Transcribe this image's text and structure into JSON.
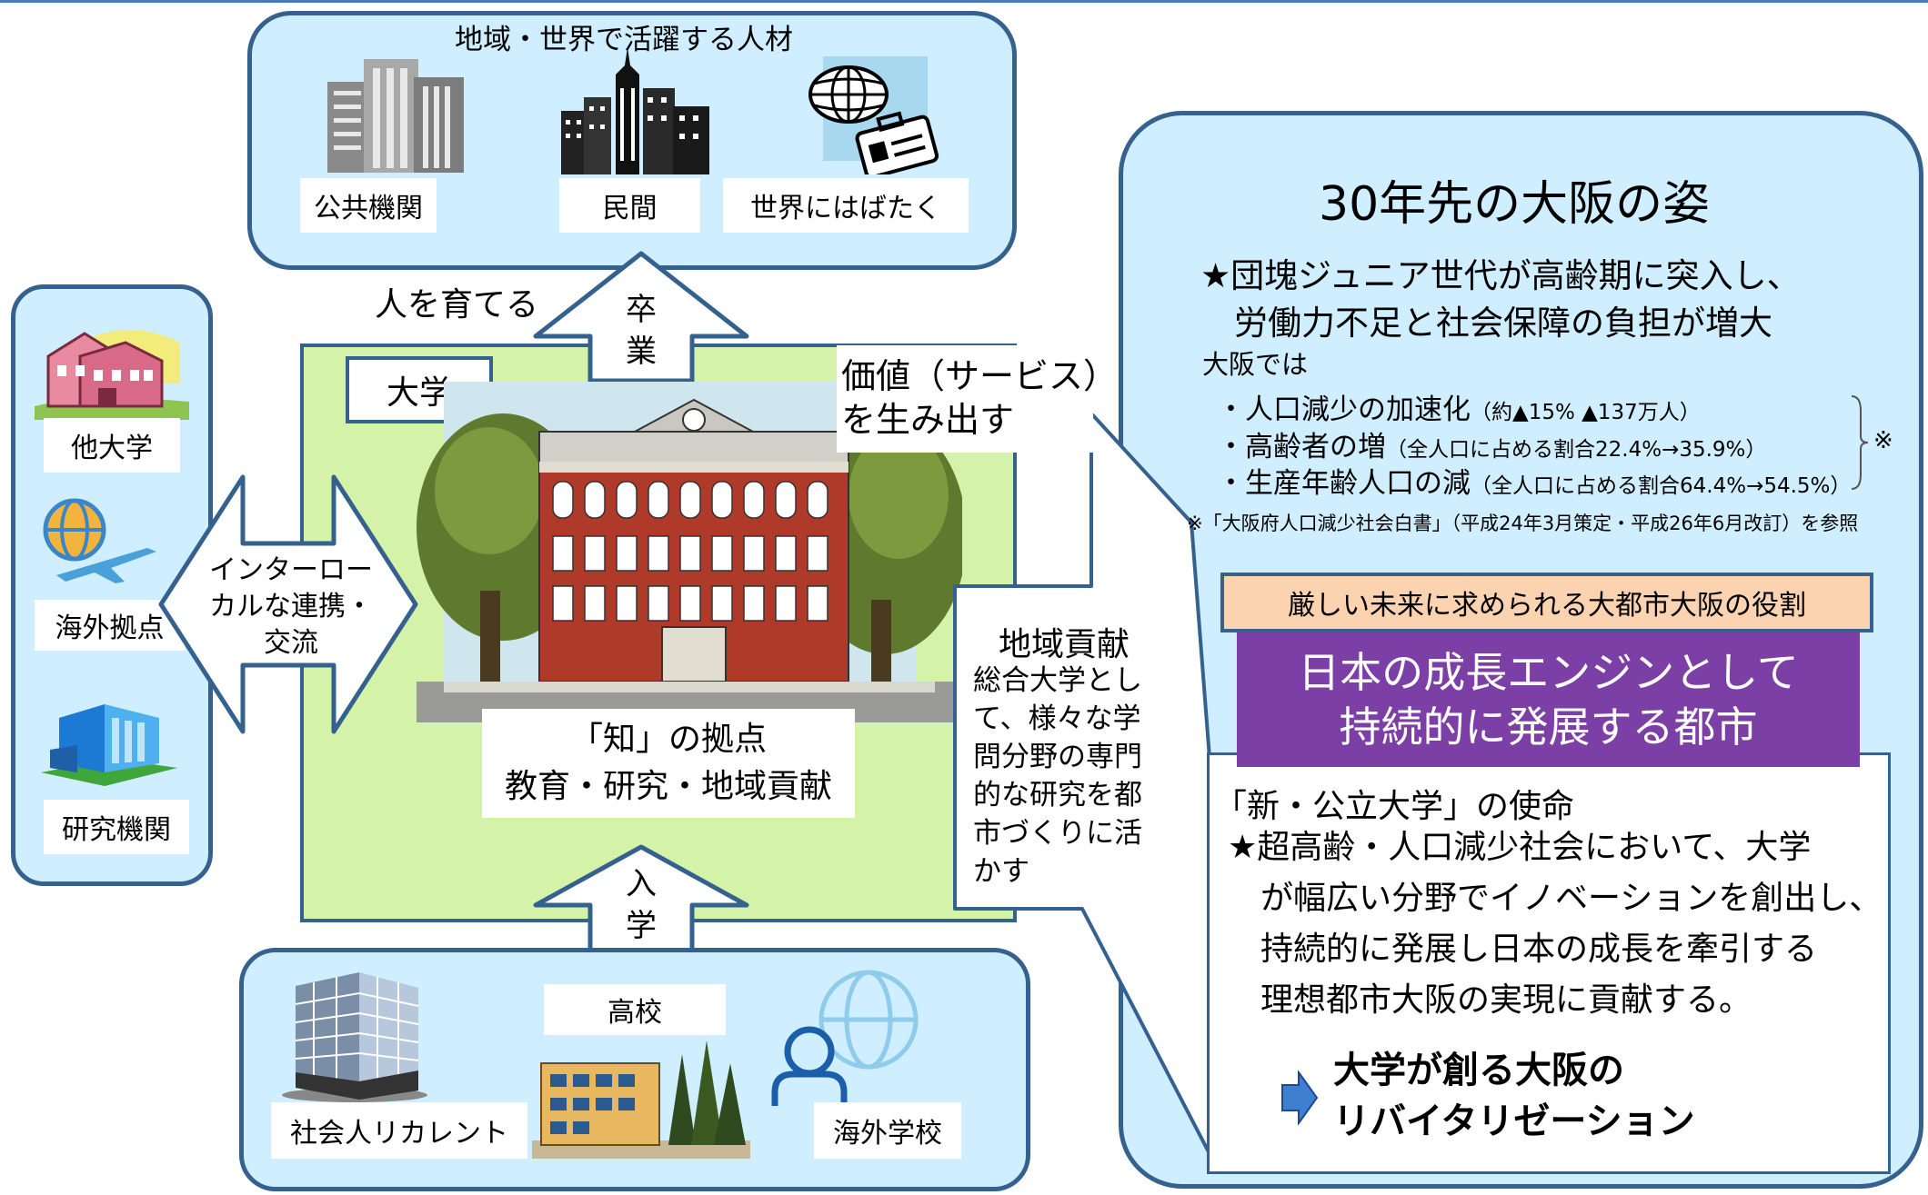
{
  "top": {
    "title": "地域・世界で活躍する人材",
    "labels": [
      "公共機関",
      "民間",
      "世界にはばたく"
    ],
    "icons": [
      "office-building-icon",
      "city-skyline-icon",
      "globe-briefcase-icon"
    ]
  },
  "left": {
    "labels": [
      "他大学",
      "海外拠点",
      "研究機関"
    ],
    "icons": [
      "university-building-icon",
      "globe-airplane-icon",
      "research-building-icon"
    ]
  },
  "arrows": {
    "graduation": "卒\n業",
    "enrollment": "入\n学",
    "interlocal": "インターロー\nカルな連携・\n交流"
  },
  "center": {
    "develop_people": "人を育てる",
    "university": "大学",
    "value": "価値（サービス）\nを生み出す",
    "hub": "「知」の拠点\n教育・研究・地域貢献",
    "contribution_title": "地域貢献",
    "contribution_body": "総合大学とし\nて、様々な学\n問分野の専門\n的な研究を都\n市づくりに活\nかす",
    "building_icon": "university-main-building-icon"
  },
  "bottom": {
    "labels": [
      "社会人リカレント",
      "高校",
      "海外学校"
    ],
    "icons": [
      "office-tower-icon",
      "school-building-icon",
      "person-globe-icon"
    ]
  },
  "right": {
    "title": "30年先の大阪の姿",
    "point1": "★団塊ジュニア世代が高齢期に突入し、\n　労働力不足と社会保障の負担が増大",
    "osaka_label": "大阪では",
    "stats": [
      {
        "main": "・人口減少の加速化",
        "detail": "（約▲15%  ▲137万人）"
      },
      {
        "main": "・高齢者の増",
        "detail": "（全人口に占める割合22.4%→35.9%）"
      },
      {
        "main": "・生産年齢人口の減",
        "detail": "（全人口に占める割合64.4%→54.5%）"
      }
    ],
    "bracket_mark": "※",
    "note": "※「大阪府人口減少社会白書」（平成24年3月策定・平成26年6月改訂）を参照",
    "role_header": "厳しい未来に求められる大都市大阪の役割",
    "role_main": "日本の成長エンジンとして\n持続的に発展する都市",
    "mission_title": "「新・公立大学」の使命",
    "mission_body": "★超高齢・人口減少社会において、大学\n　が幅広い分野でイノベーションを創出し、\n　持続的に発展し日本の成長を牽引する\n　理想都市大阪の実現に貢献する。",
    "revitalization": "大学が創る大阪の\nリバイタリゼーション",
    "arrow_icon": "right-arrow-icon"
  },
  "colors": {
    "box_fill": "#cfeeff",
    "box_border": "#35618f",
    "green_area": "#d4f2a8",
    "purple": "#7b3fa6",
    "peach": "#fbd3b0"
  }
}
